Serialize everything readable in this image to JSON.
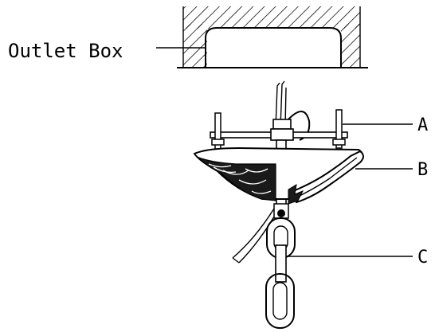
{
  "labels": {
    "outlet_box": "Outlet Box",
    "a": "A",
    "b": "B",
    "c": "C"
  },
  "colors": {
    "ink": "#000000",
    "background": "#ffffff"
  }
}
